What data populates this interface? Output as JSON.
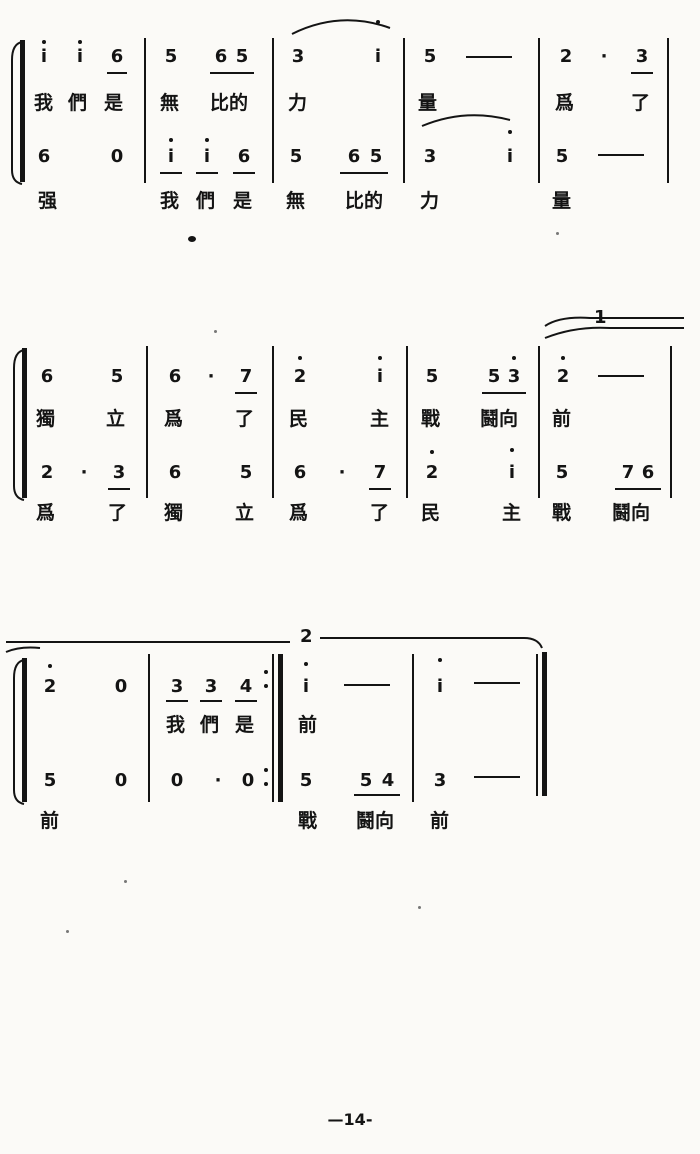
{
  "systems": [
    {
      "upper_notes": [
        "i",
        "i",
        "6",
        "5",
        "6",
        "5",
        "3",
        "i",
        "5",
        "2",
        "·",
        "3"
      ],
      "upper_lyrics": [
        "我",
        "們",
        "是",
        "無",
        "比的",
        "力",
        "量",
        "爲",
        "了"
      ],
      "lower_notes": [
        "6",
        "0",
        "i",
        "i",
        "6",
        "5",
        "6",
        "5",
        "3",
        "i",
        "5"
      ],
      "lower_lyrics": [
        "强",
        "我",
        "們",
        "是",
        "無",
        "比的",
        "力",
        "量"
      ]
    },
    {
      "volta": "1",
      "upper_notes": [
        "6",
        "5",
        "6",
        "·",
        "7",
        "2",
        "i",
        "5",
        "5",
        "3",
        "2"
      ],
      "upper_lyrics": [
        "獨",
        "立",
        "爲",
        "了",
        "民",
        "主",
        "戰",
        "鬪向",
        "前"
      ],
      "lower_notes": [
        "2",
        "·",
        "3",
        "6",
        "5",
        "6",
        "·",
        "7",
        "2",
        "i",
        "5",
        "7",
        "6"
      ],
      "lower_lyrics": [
        "爲",
        "了",
        "獨",
        "立",
        "爲",
        "了",
        "民",
        "主",
        "戰",
        "鬪向"
      ]
    },
    {
      "volta": "2",
      "upper_notes": [
        "2",
        "0",
        "3",
        "3",
        "4",
        "i",
        "i"
      ],
      "upper_lyrics": [
        "我",
        "們",
        "是",
        "前"
      ],
      "lower_notes": [
        "5",
        "0",
        "0",
        "·",
        "0",
        "5",
        "5",
        "4",
        "3"
      ],
      "lower_lyrics": [
        "前",
        "戰",
        "鬪向",
        "前"
      ]
    }
  ],
  "page_number": "—14-"
}
